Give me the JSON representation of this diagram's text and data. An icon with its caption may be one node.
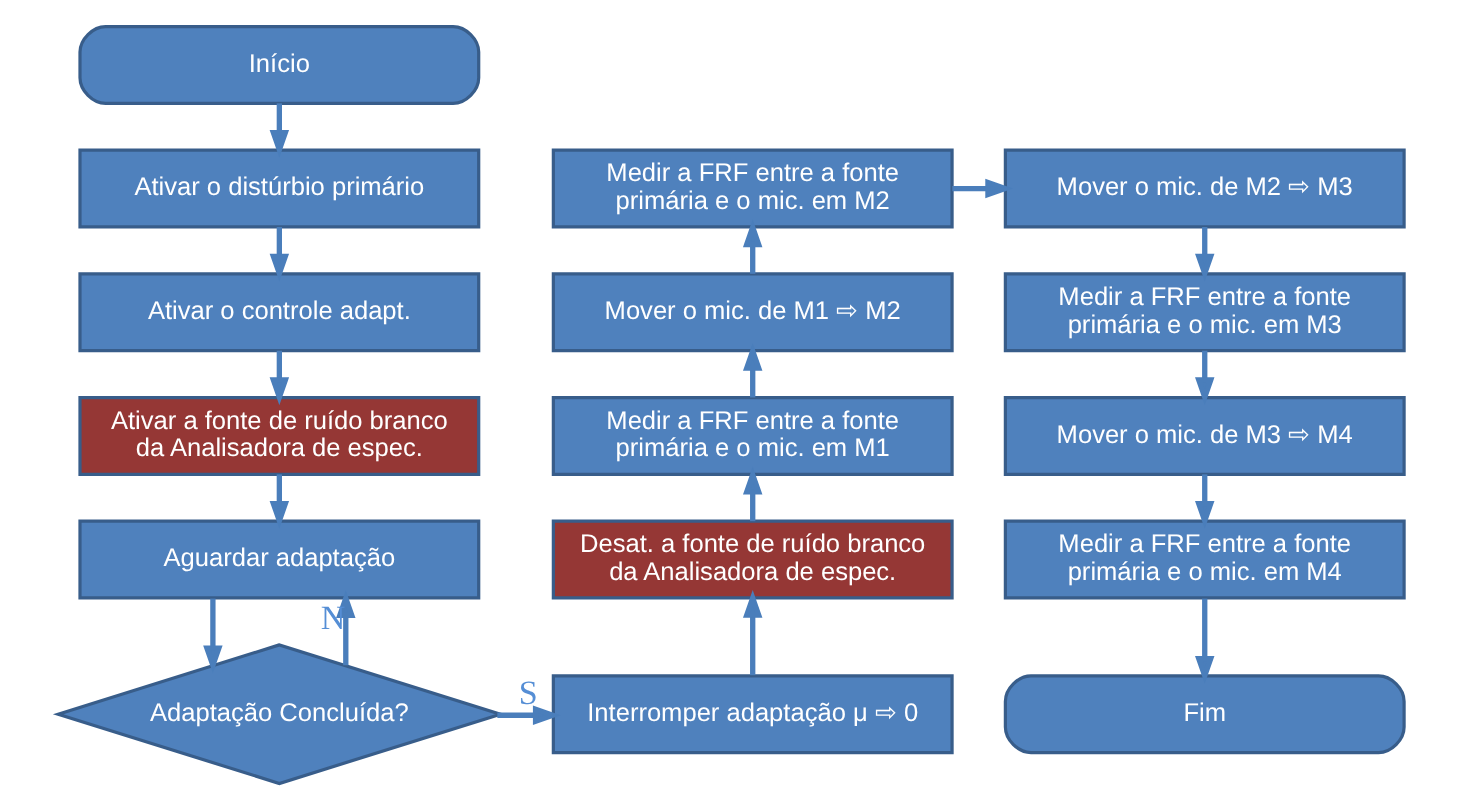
{
  "diagram": {
    "nodes": [
      {
        "text": [
          "Início"
        ]
      },
      {
        "text": [
          "Ativar o distúrbio primário"
        ]
      },
      {
        "text": [
          "Ativar o controle adapt."
        ]
      },
      {
        "text": [
          "Ativar a fonte de ruído branco da Analisadora de espec."
        ]
      },
      {
        "text": [
          "Aguardar adaptação"
        ]
      },
      {
        "text": [
          "Adaptação Concluída?"
        ]
      },
      {
        "text": [
          "Interromper adaptação μ ⇨ 0"
        ]
      },
      {
        "text": [
          "Desat. a fonte de ruído branco da Analisadora de espec."
        ]
      },
      {
        "text": [
          "Medir a FRF entre a fonte primária e o mic. em M1"
        ]
      },
      {
        "text": [
          "Mover o mic. de M1 ⇨ M2"
        ]
      },
      {
        "text": [
          "Medir a FRF entre a fonte primária e o mic. em M2"
        ]
      },
      {
        "text": [
          "Mover o mic. de M2 ⇨ M3"
        ]
      },
      {
        "text": [
          "Medir a FRF entre a fonte primária e o mic. em M3"
        ]
      },
      {
        "text": [
          "Mover o mic. de M3 ⇨ M4"
        ]
      },
      {
        "text": [
          "Medir a FRF entre a fonte primária e o mic. em M4"
        ]
      },
      {
        "text": [
          "Fim"
        ]
      }
    ],
    "edges": [
      {
        "from": 0,
        "to": 1,
        "arrow": "to"
      },
      {
        "from": 1,
        "to": 2,
        "arrow": "to"
      },
      {
        "from": 2,
        "to": 3,
        "arrow": "to"
      },
      {
        "from": 3,
        "to": 4,
        "arrow": "to"
      },
      {
        "from": 4,
        "to": 5,
        "arrow": "to"
      },
      {
        "from": 5,
        "to": 4,
        "arrow": "to",
        "label": "N"
      },
      {
        "from": 5,
        "to": 6,
        "arrow": "to",
        "label": "S"
      },
      {
        "from": 6,
        "to": 7,
        "arrow": "to"
      },
      {
        "from": 7,
        "to": 8,
        "arrow": "to"
      },
      {
        "from": 8,
        "to": 9,
        "arrow": "to"
      },
      {
        "from": 9,
        "to": 10,
        "arrow": "to"
      },
      {
        "from": 10,
        "to": 11,
        "arrow": "to"
      },
      {
        "from": 11,
        "to": 12,
        "arrow": "to"
      },
      {
        "from": 12,
        "to": 13,
        "arrow": "to"
      },
      {
        "from": 13,
        "to": 14,
        "arrow": "to"
      },
      {
        "from": 14,
        "to": 15,
        "arrow": "to"
      }
    ]
  }
}
